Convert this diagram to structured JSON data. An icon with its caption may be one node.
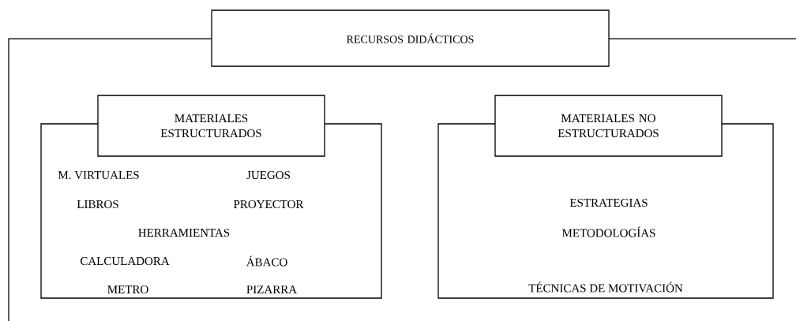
{
  "diagram": {
    "nodes": [
      {
        "text": [
          "RECURSOS DIDÁCTICOS"
        ]
      },
      {
        "text": [
          "MATERIALES ESTRUCTURADOS"
        ]
      },
      {
        "text": [
          "M. VIRTUALES",
          "JUEGOS",
          "LIBROS",
          "PROYECTOR",
          "HERRAMIENTAS",
          "CALCULADORA",
          "ÁBACO",
          "METRO",
          "PIZARRA"
        ]
      },
      {
        "text": [
          "MATERIALES NO ESTRUCTURADOS"
        ]
      },
      {
        "text": [
          "ESTRATEGIAS",
          "METODOLOGÍAS",
          "TÉCNICAS DE MOTIVACIÓN"
        ]
      }
    ]
  }
}
